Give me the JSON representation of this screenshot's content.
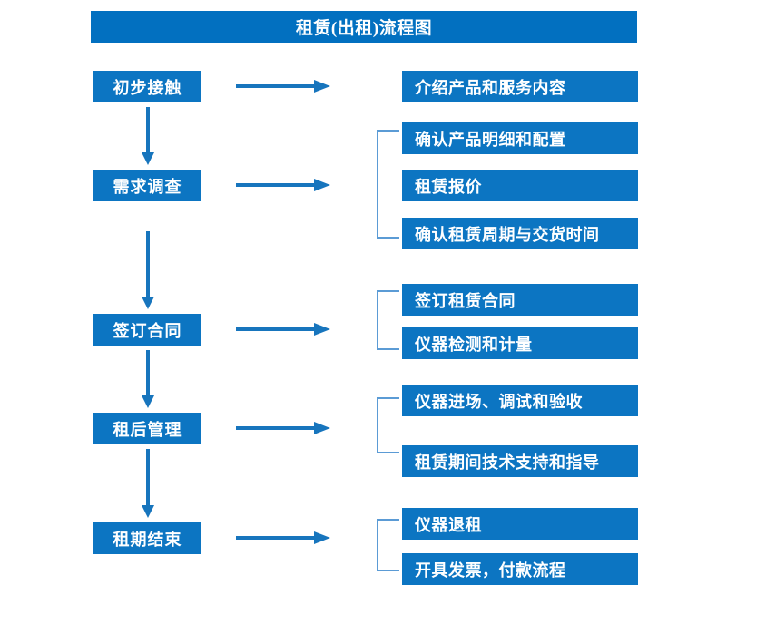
{
  "diagram": {
    "title": "租赁(出租)流程图",
    "colors": {
      "title_bar": "#0270c0",
      "node_box": "#0c75c2",
      "arrow": "#1775bd",
      "bracket": "#5b9bd5",
      "text": "#ffffff",
      "background": "#ffffff"
    },
    "stages": [
      {
        "label": "初步接触",
        "details": [
          "介绍产品和服务内容"
        ]
      },
      {
        "label": "需求调查",
        "details": [
          "确认产品明细和配置",
          "租赁报价",
          "确认租赁周期与交货时间"
        ]
      },
      {
        "label": "签订合同",
        "details": [
          "签订租赁合同",
          "仪器检测和计量"
        ]
      },
      {
        "label": "租后管理",
        "details": [
          "仪器进场、调试和验收",
          "租赁期间技术支持和指导"
        ]
      },
      {
        "label": "租期结束",
        "details": [
          "仪器退租",
          "开具发票，付款流程"
        ]
      }
    ]
  }
}
